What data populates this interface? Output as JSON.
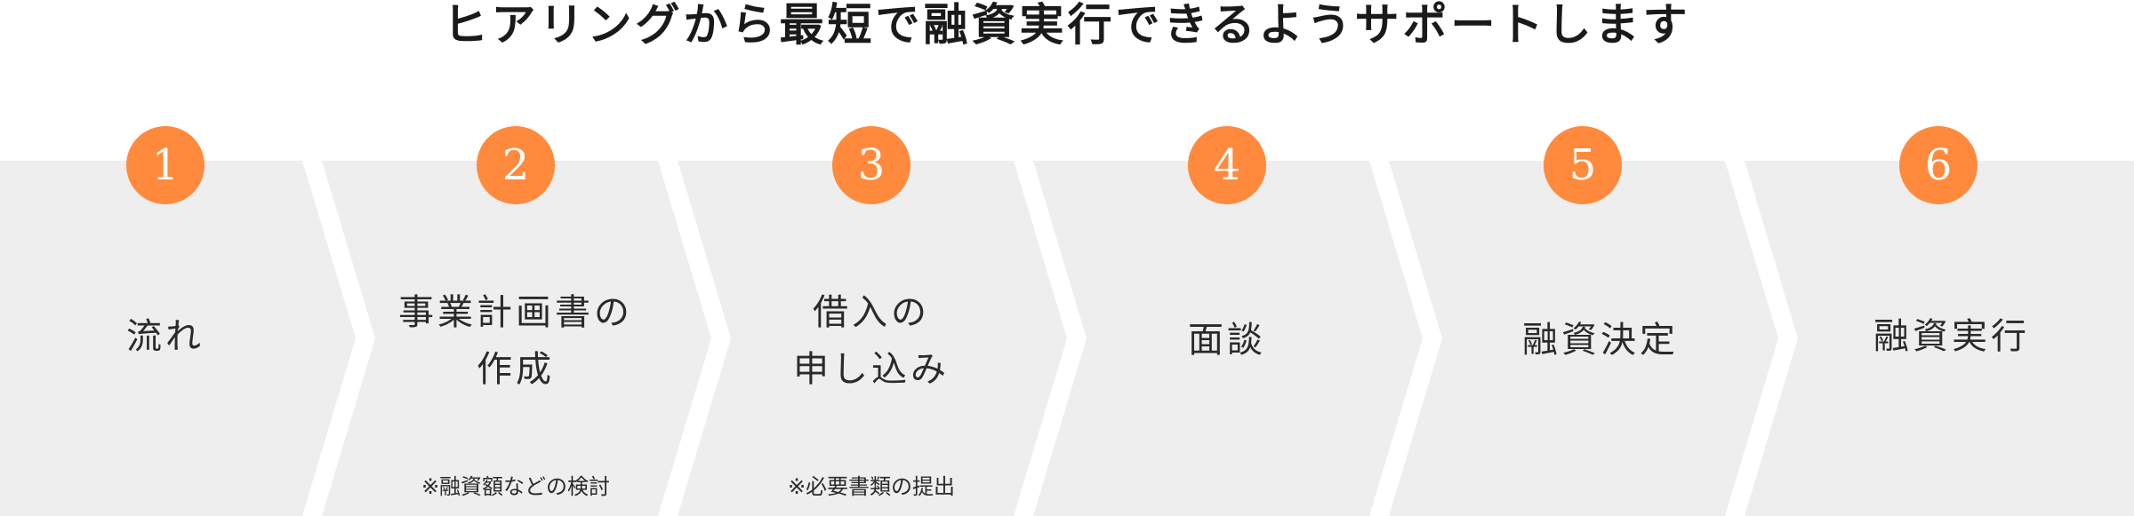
{
  "title": "ヒアリングから最短で融資実行できるようサポートします",
  "colors": {
    "accent": "#ff8a3d",
    "panel": "#eeeeee"
  },
  "steps": [
    {
      "number": "1",
      "lines": [
        "流れ"
      ],
      "note": ""
    },
    {
      "number": "2",
      "lines": [
        "事業計画書の",
        "作成"
      ],
      "note": "※融資額などの検討"
    },
    {
      "number": "3",
      "lines": [
        "借入の",
        "申し込み"
      ],
      "note": "※必要書類の提出"
    },
    {
      "number": "4",
      "lines": [
        "面談"
      ],
      "note": ""
    },
    {
      "number": "5",
      "lines": [
        "融資決定"
      ],
      "note": ""
    },
    {
      "number": "6",
      "lines": [
        "融資実行"
      ],
      "note": ""
    }
  ]
}
